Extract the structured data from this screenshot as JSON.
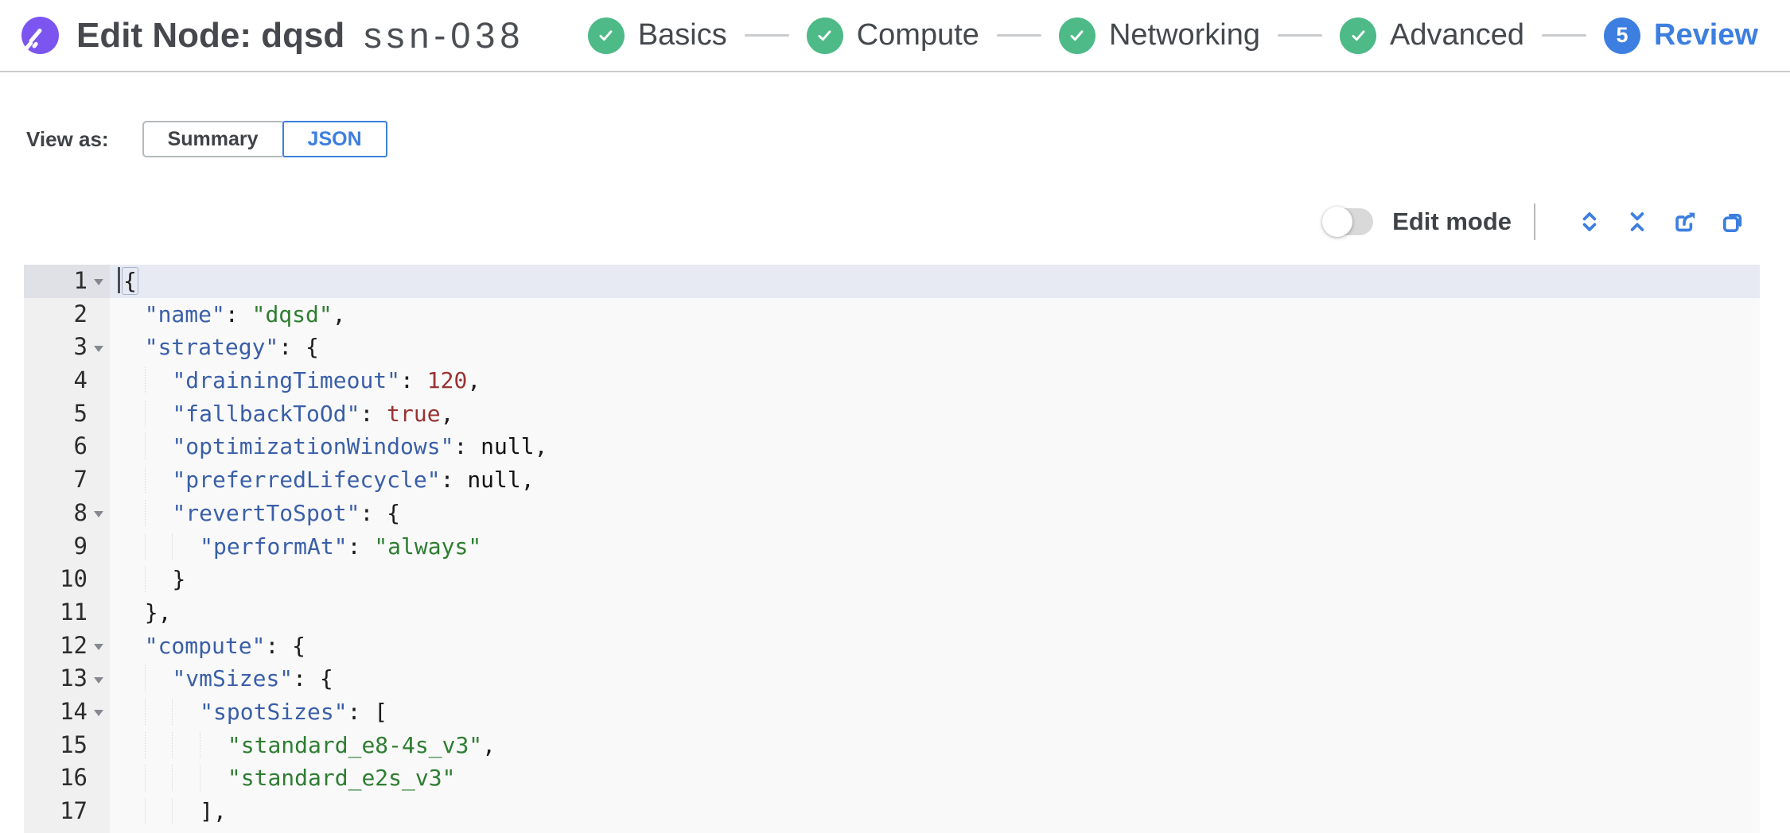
{
  "header": {
    "title": "Edit Node: dqsd",
    "node_id": "ssn-038",
    "logo_icon": "spot-logo-icon",
    "steps": [
      {
        "label": "Basics",
        "status": "completed"
      },
      {
        "label": "Compute",
        "status": "completed"
      },
      {
        "label": "Networking",
        "status": "completed"
      },
      {
        "label": "Advanced",
        "status": "completed"
      },
      {
        "label": "Review",
        "status": "current",
        "number": "5"
      }
    ]
  },
  "view_as": {
    "label": "View as:",
    "options": [
      {
        "label": "Summary",
        "selected": false
      },
      {
        "label": "JSON",
        "selected": true
      }
    ]
  },
  "toolbar": {
    "edit_mode_label": "Edit mode",
    "edit_mode_on": false,
    "icons": [
      "expand-all-icon",
      "collapse-all-icon",
      "export-icon",
      "copy-icon"
    ]
  },
  "colors": {
    "accent_blue": "#3d7fe0",
    "success_green": "#4dba87",
    "brand_purple": "#7c55f0",
    "json_key": "#3a5fa8",
    "json_string": "#2e7d32",
    "json_number": "#993333"
  },
  "editor": {
    "active_line": 1,
    "lines": [
      {
        "num": 1,
        "fold": true,
        "active": true,
        "indent": 0,
        "tokens": [
          {
            "t": "p",
            "v": "{",
            "cursor": true,
            "bracket": true
          }
        ]
      },
      {
        "num": 2,
        "fold": false,
        "indent": 2,
        "tokens": [
          {
            "t": "key",
            "v": "\"name\""
          },
          {
            "t": "p",
            "v": ": "
          },
          {
            "t": "str",
            "v": "\"dqsd\""
          },
          {
            "t": "p",
            "v": ","
          }
        ]
      },
      {
        "num": 3,
        "fold": true,
        "indent": 2,
        "tokens": [
          {
            "t": "key",
            "v": "\"strategy\""
          },
          {
            "t": "p",
            "v": ": {"
          }
        ]
      },
      {
        "num": 4,
        "fold": false,
        "indent": 4,
        "tokens": [
          {
            "t": "key",
            "v": "\"drainingTimeout\""
          },
          {
            "t": "p",
            "v": ": "
          },
          {
            "t": "num",
            "v": "120"
          },
          {
            "t": "p",
            "v": ","
          }
        ]
      },
      {
        "num": 5,
        "fold": false,
        "indent": 4,
        "tokens": [
          {
            "t": "key",
            "v": "\"fallbackToOd\""
          },
          {
            "t": "p",
            "v": ": "
          },
          {
            "t": "bool",
            "v": "true"
          },
          {
            "t": "p",
            "v": ","
          }
        ]
      },
      {
        "num": 6,
        "fold": false,
        "indent": 4,
        "tokens": [
          {
            "t": "key",
            "v": "\"optimizationWindows\""
          },
          {
            "t": "p",
            "v": ": "
          },
          {
            "t": "null",
            "v": "null"
          },
          {
            "t": "p",
            "v": ","
          }
        ]
      },
      {
        "num": 7,
        "fold": false,
        "indent": 4,
        "tokens": [
          {
            "t": "key",
            "v": "\"preferredLifecycle\""
          },
          {
            "t": "p",
            "v": ": "
          },
          {
            "t": "null",
            "v": "null"
          },
          {
            "t": "p",
            "v": ","
          }
        ]
      },
      {
        "num": 8,
        "fold": true,
        "indent": 4,
        "tokens": [
          {
            "t": "key",
            "v": "\"revertToSpot\""
          },
          {
            "t": "p",
            "v": ": {"
          }
        ]
      },
      {
        "num": 9,
        "fold": false,
        "indent": 6,
        "tokens": [
          {
            "t": "key",
            "v": "\"performAt\""
          },
          {
            "t": "p",
            "v": ": "
          },
          {
            "t": "str",
            "v": "\"always\""
          }
        ]
      },
      {
        "num": 10,
        "fold": false,
        "indent": 4,
        "tokens": [
          {
            "t": "p",
            "v": "}"
          }
        ]
      },
      {
        "num": 11,
        "fold": false,
        "indent": 2,
        "tokens": [
          {
            "t": "p",
            "v": "},"
          }
        ]
      },
      {
        "num": 12,
        "fold": true,
        "indent": 2,
        "tokens": [
          {
            "t": "key",
            "v": "\"compute\""
          },
          {
            "t": "p",
            "v": ": {"
          }
        ]
      },
      {
        "num": 13,
        "fold": true,
        "indent": 4,
        "tokens": [
          {
            "t": "key",
            "v": "\"vmSizes\""
          },
          {
            "t": "p",
            "v": ": {"
          }
        ]
      },
      {
        "num": 14,
        "fold": true,
        "indent": 6,
        "tokens": [
          {
            "t": "key",
            "v": "\"spotSizes\""
          },
          {
            "t": "p",
            "v": ": ["
          }
        ]
      },
      {
        "num": 15,
        "fold": false,
        "indent": 8,
        "tokens": [
          {
            "t": "str",
            "v": "\"standard_e8-4s_v3\""
          },
          {
            "t": "p",
            "v": ","
          }
        ]
      },
      {
        "num": 16,
        "fold": false,
        "indent": 8,
        "tokens": [
          {
            "t": "str",
            "v": "\"standard_e2s_v3\""
          }
        ]
      },
      {
        "num": 17,
        "fold": false,
        "indent": 6,
        "tokens": [
          {
            "t": "p",
            "v": "],"
          }
        ]
      }
    ]
  }
}
